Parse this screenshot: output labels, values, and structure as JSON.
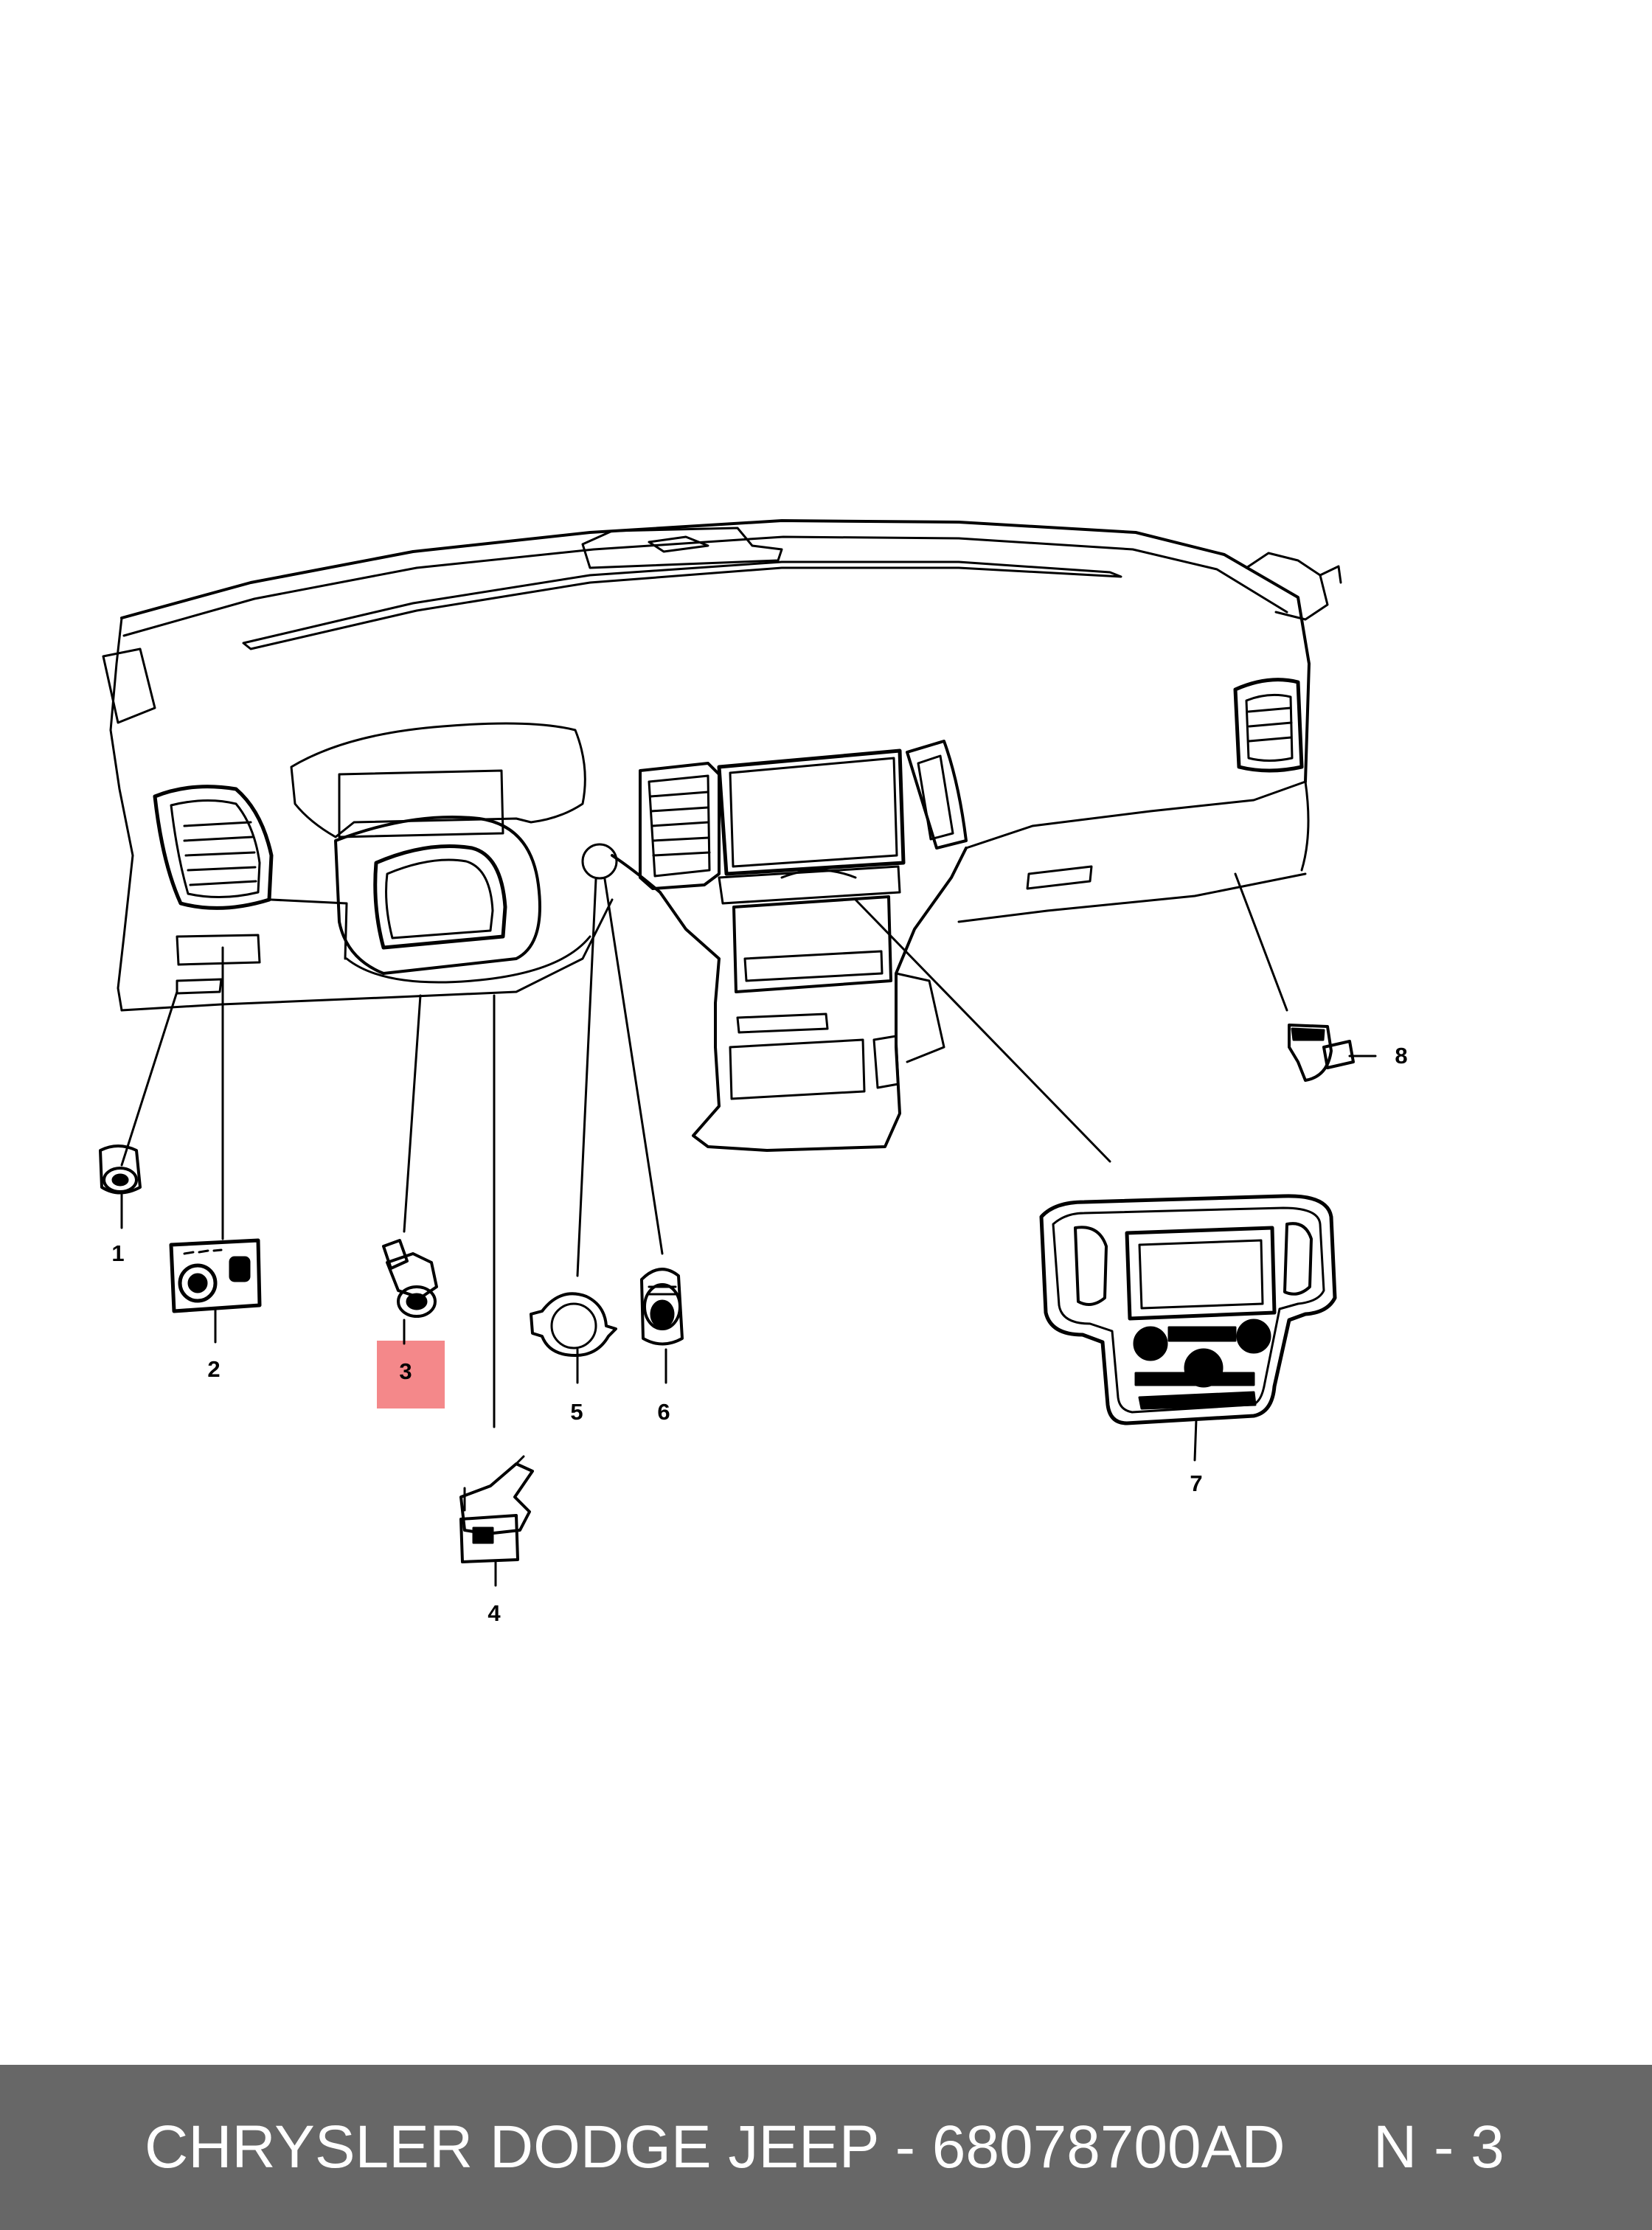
{
  "callouts": [
    "1",
    "2",
    "3",
    "4",
    "5",
    "6",
    "7",
    "8"
  ],
  "highlighted_callout": "3",
  "highlight_color": "#f4888a",
  "footer": {
    "title": "CHRYSLER DODGE JEEP - 68078700AD",
    "page_ref": "N - 3",
    "background": "#676767",
    "text_color": "#ffffff"
  }
}
